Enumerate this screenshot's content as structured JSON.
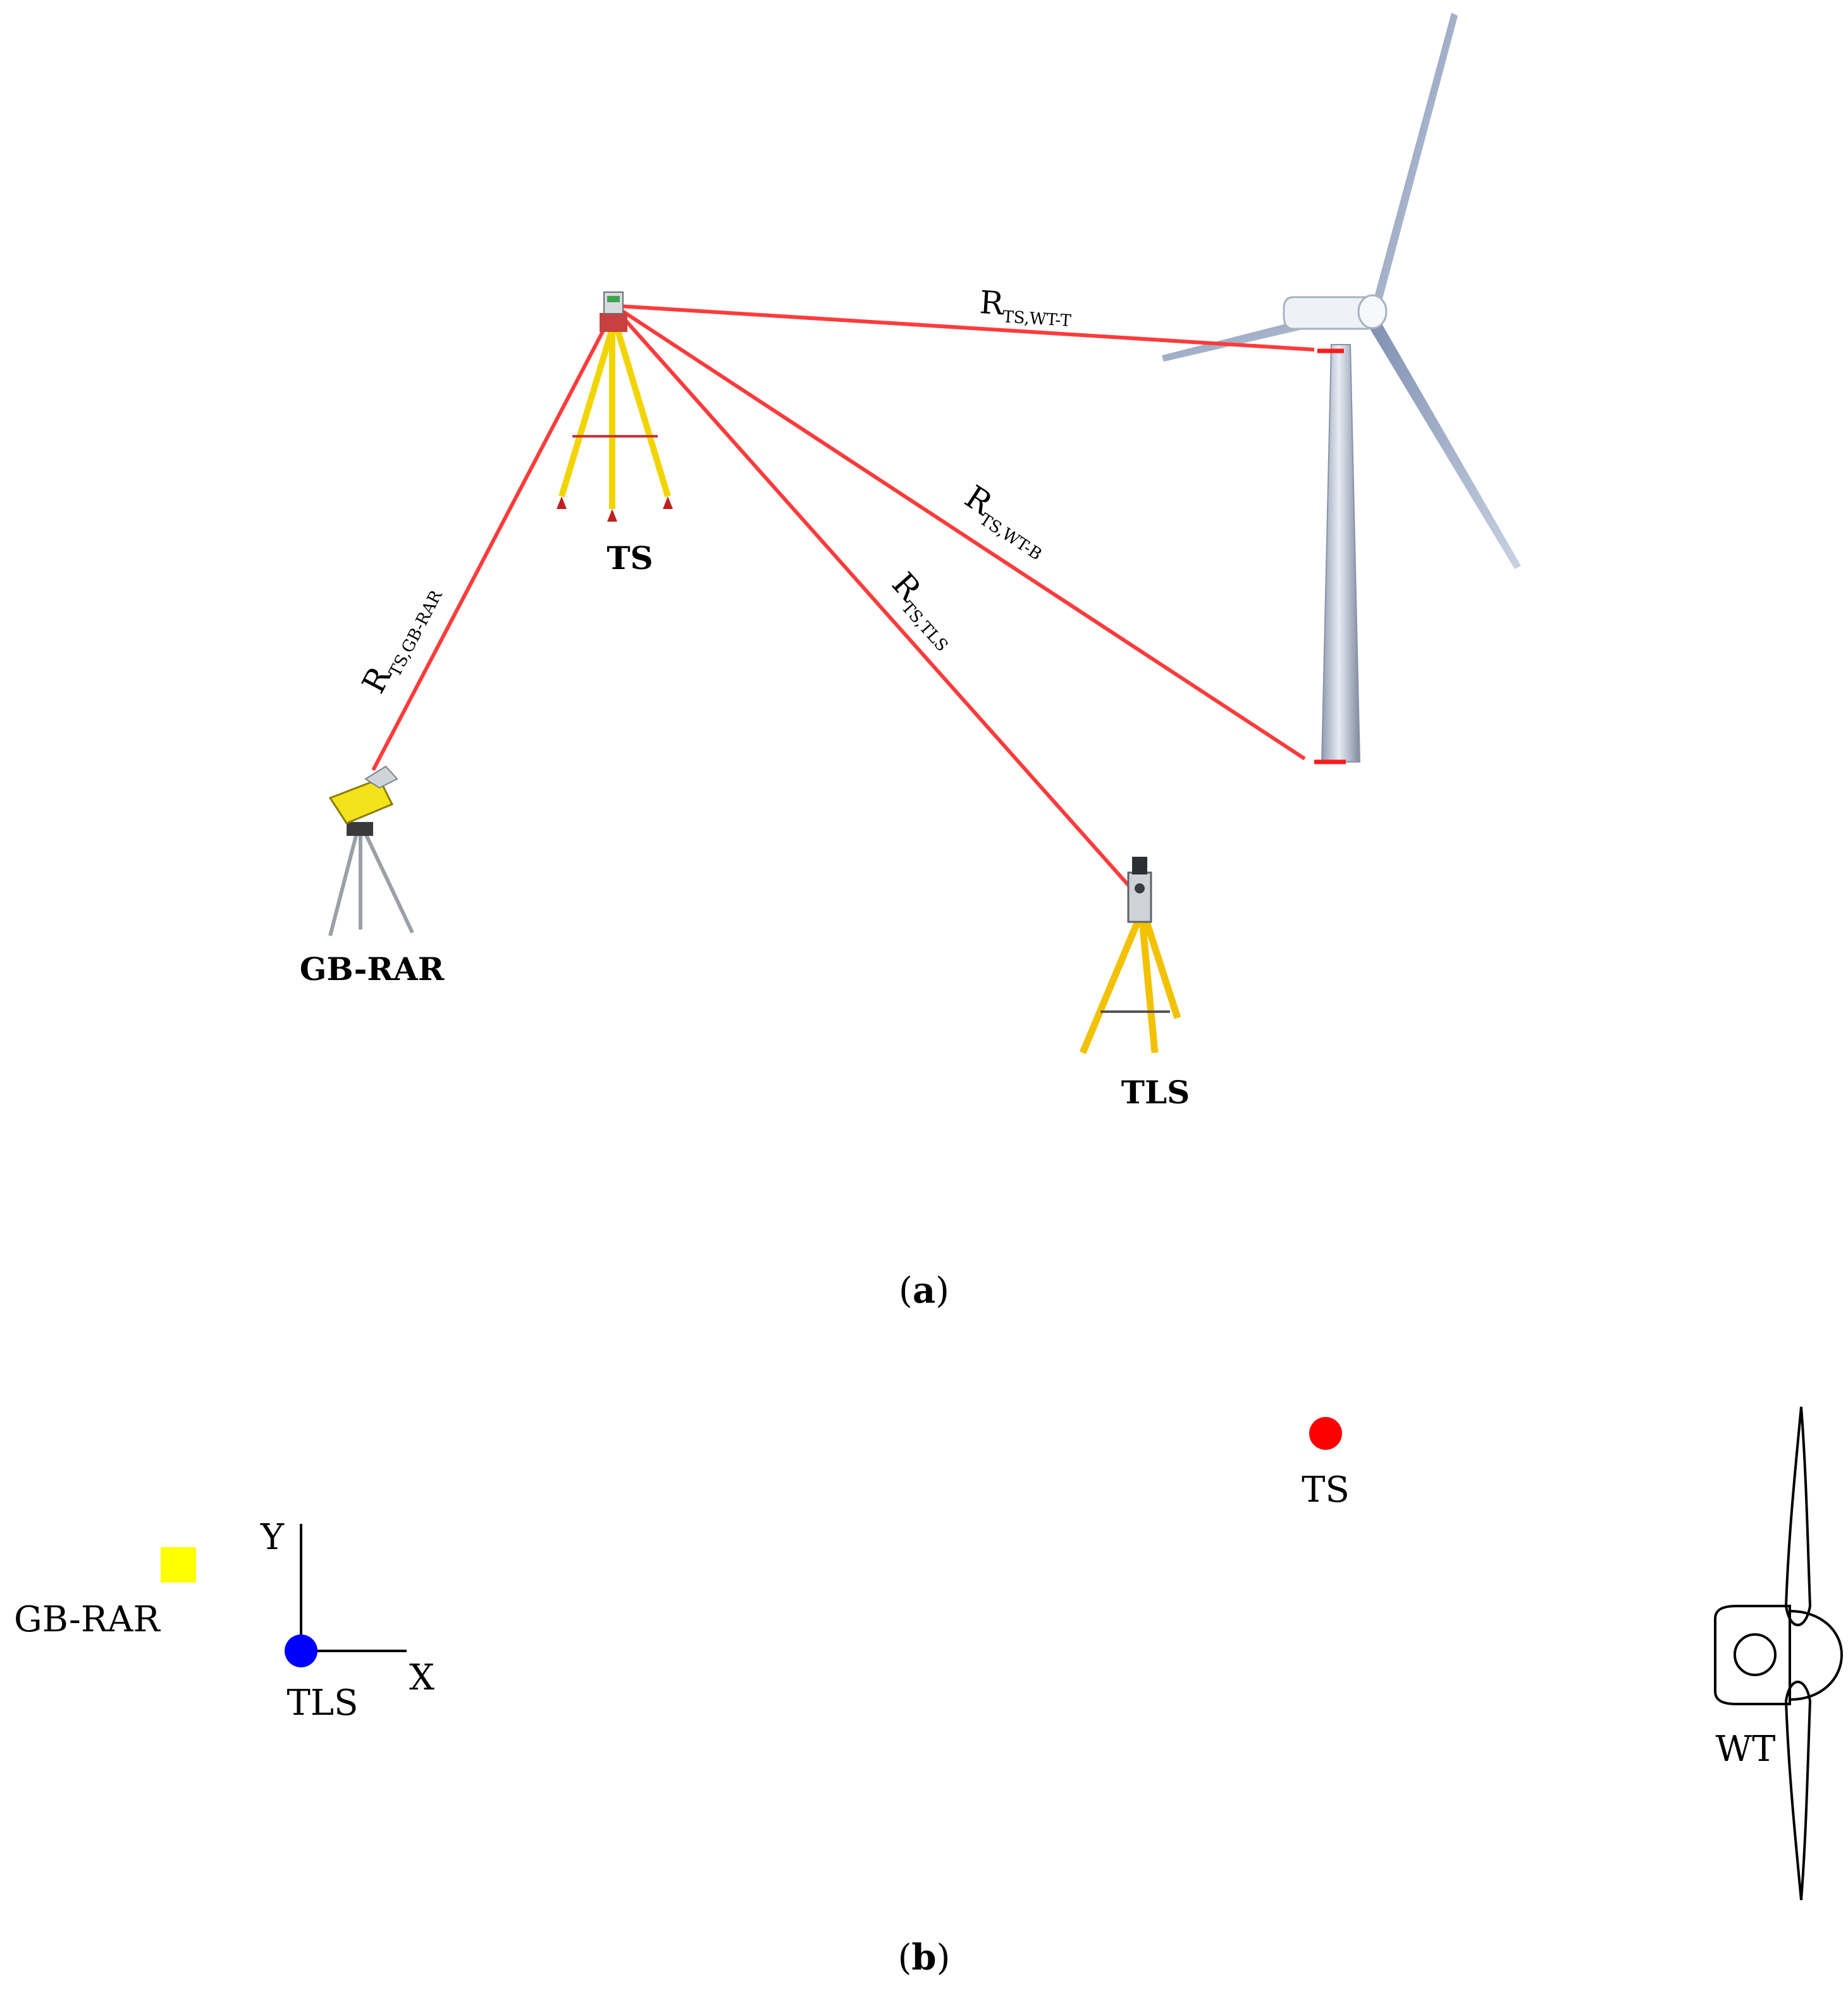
{
  "panel_a": {
    "caption_open": "(",
    "caption_letter": "a",
    "caption_close": ")",
    "instruments": {
      "ts": "TS",
      "gb_rar": "GB-RAR",
      "tls": "TLS"
    },
    "ranges": {
      "ts_wt_t": {
        "main": "R",
        "sub": "TS,WT-T"
      },
      "ts_wt_b": {
        "main": "R",
        "sub": "TS,WT-B"
      },
      "ts_tls": {
        "main": "R",
        "sub": "TS,TLS"
      },
      "ts_gb_rar": {
        "main": "R",
        "sub": "TS,GB-RAR"
      }
    }
  },
  "panel_b": {
    "caption_open": "(",
    "caption_letter": "b",
    "caption_close": ")",
    "labels": {
      "ts": "TS",
      "gb_rar": "GB-RAR",
      "tls": "TLS",
      "wt": "WT",
      "axis_x": "X",
      "axis_y": "Y"
    }
  },
  "colors": {
    "range_line": "#ff3b3b",
    "ts_marker": "#ff0000",
    "tls_marker": "#0000ff",
    "gb_rar_marker": "#ffff00",
    "tripod_yellow": "#f2d500",
    "turbine": "#b8c3d4"
  }
}
